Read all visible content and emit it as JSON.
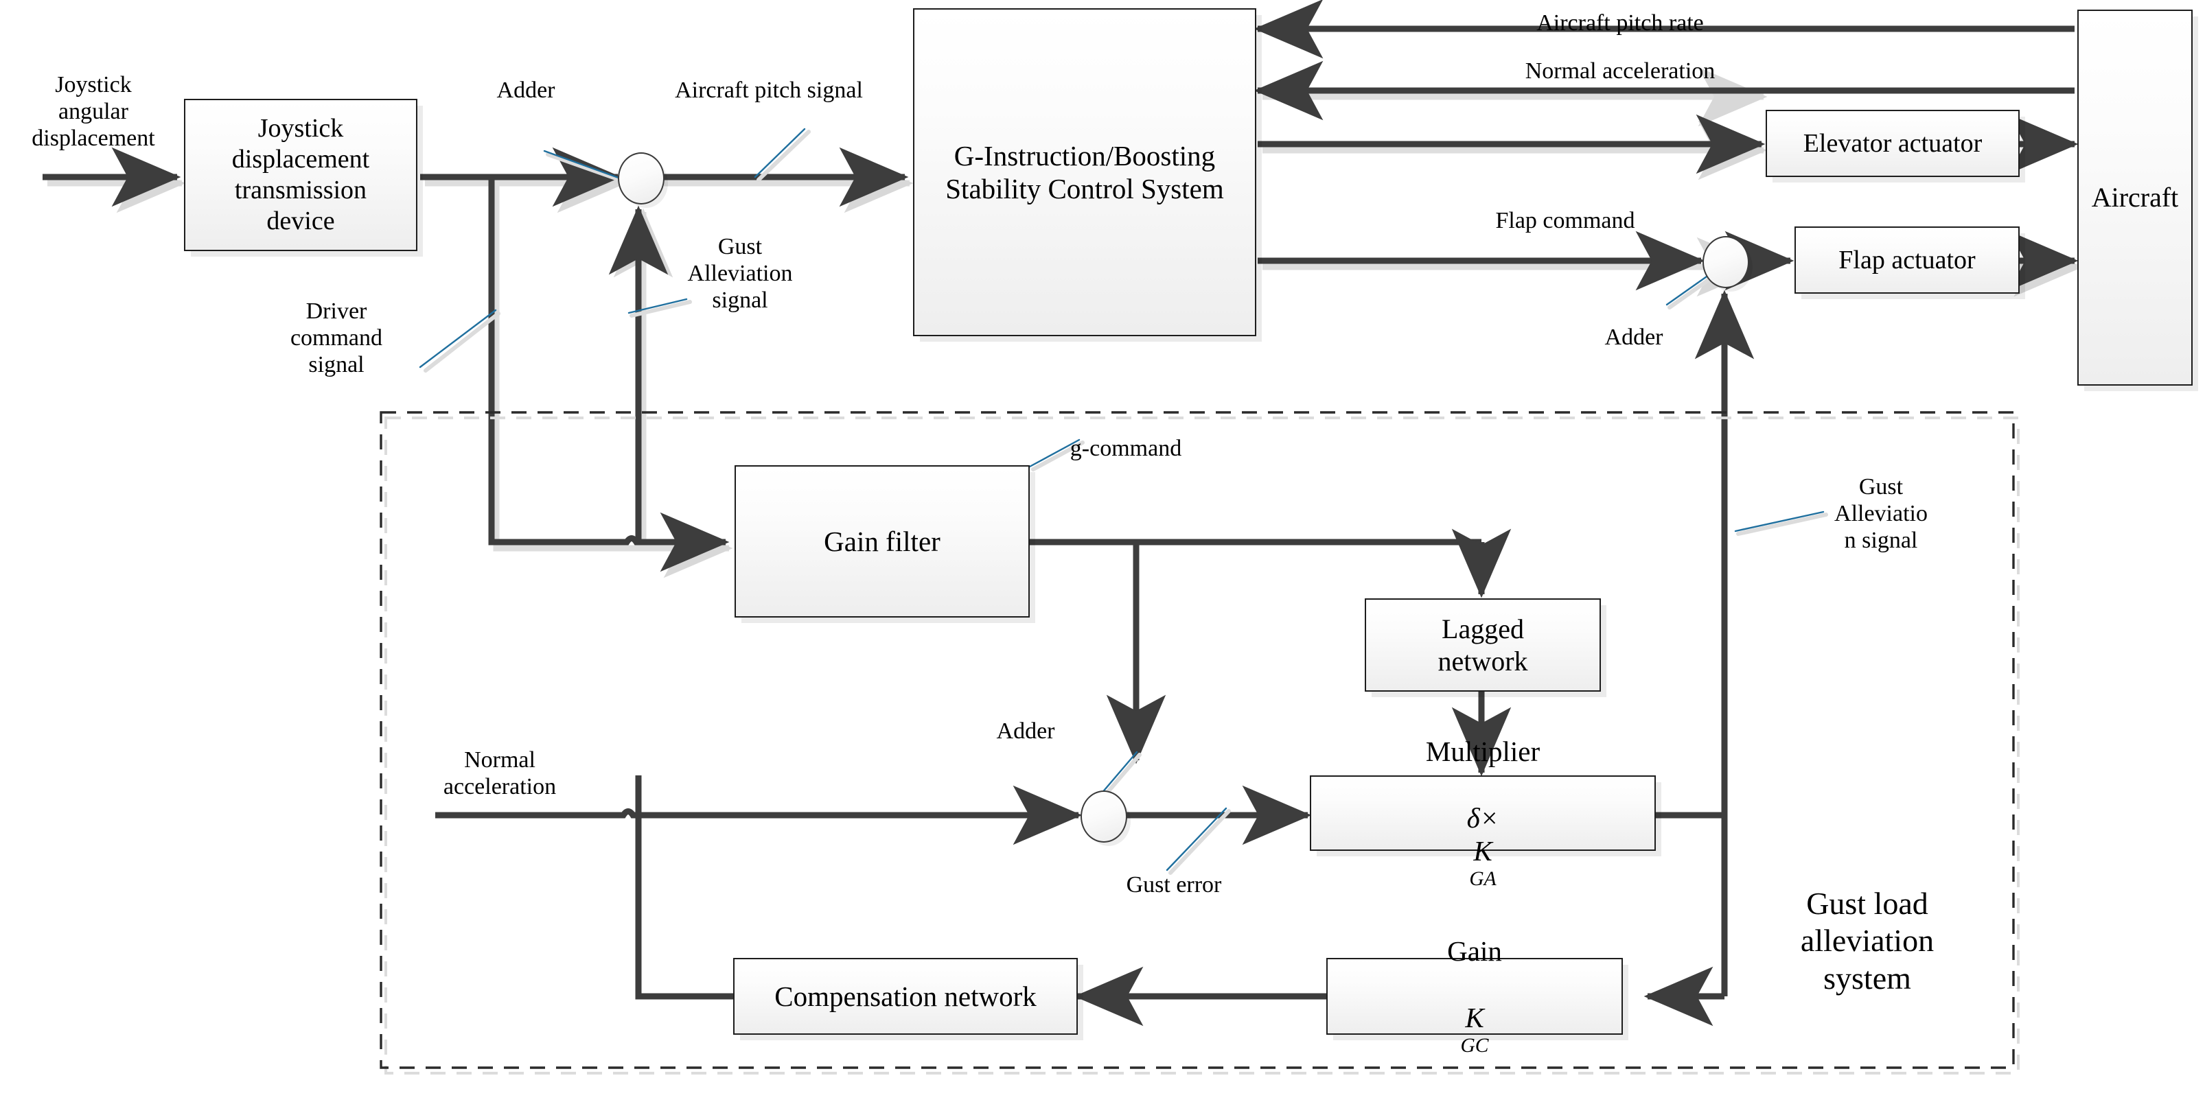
{
  "diagram": {
    "title": "Gust load alleviation control system block diagram",
    "colors": {
      "line": "#3d3d3d",
      "leader": "#1f6f9e",
      "leader_shadow": "#dcdcdc",
      "block_border": "#1d1d1d",
      "dashed": "#2a2a2a"
    },
    "boundary_label": "Gust load\nalleviation\nsystem"
  },
  "blocks": [
    {
      "id": "joystick-transmission",
      "label": "Joystick\ndisplacement\ntransmission\ndevice"
    },
    {
      "id": "control-system",
      "label": "G-Instruction/Boosting\nStability Control System"
    },
    {
      "id": "elevator-actuator",
      "label": "Elevator actuator"
    },
    {
      "id": "flap-actuator",
      "label": "Flap actuator"
    },
    {
      "id": "aircraft",
      "label": "Aircraft"
    },
    {
      "id": "gain-filter",
      "label": "Gain filter"
    },
    {
      "id": "lagged-network",
      "label": "Lagged\nnetwork"
    },
    {
      "id": "multiplier",
      "label_prefix": "Multiplier",
      "symbol": "δ×",
      "gain": "K",
      "gain_sub": "GA"
    },
    {
      "id": "compensation-network",
      "label": "Compensation network"
    },
    {
      "id": "gain-kgc",
      "label_prefix": "Gain",
      "gain": "K",
      "gain_sub": "GC"
    }
  ],
  "adders": [
    {
      "id": "adder-pitch",
      "label": "Adder"
    },
    {
      "id": "adder-flap",
      "label": "Adder"
    },
    {
      "id": "adder-gust",
      "label": "Adder"
    }
  ],
  "signals": [
    {
      "id": "joystick-angular-displacement",
      "text": "Joystick\nangular\ndisplacement"
    },
    {
      "id": "driver-command-signal",
      "text": "Driver\ncommand\nsignal"
    },
    {
      "id": "adder-top",
      "text": "Adder"
    },
    {
      "id": "aircraft-pitch-signal",
      "text": "Aircraft pitch signal"
    },
    {
      "id": "gust-alleviation-signal-left",
      "text": "Gust\nAlleviation\nsignal"
    },
    {
      "id": "aircraft-pitch-rate",
      "text": "Aircraft pitch rate"
    },
    {
      "id": "normal-acceleration-top",
      "text": "Normal acceleration"
    },
    {
      "id": "flap-command",
      "text": "Flap command"
    },
    {
      "id": "adder-flap-label",
      "text": "Adder"
    },
    {
      "id": "g-command",
      "text": "g-command"
    },
    {
      "id": "gust-alleviation-signal-right",
      "text": "Gust\nAlleviatio\nn signal"
    },
    {
      "id": "normal-acceleration-bottom",
      "text": "Normal\nacceleration"
    },
    {
      "id": "adder-gust-label",
      "text": "Adder"
    },
    {
      "id": "gust-error",
      "text": "Gust error"
    }
  ]
}
